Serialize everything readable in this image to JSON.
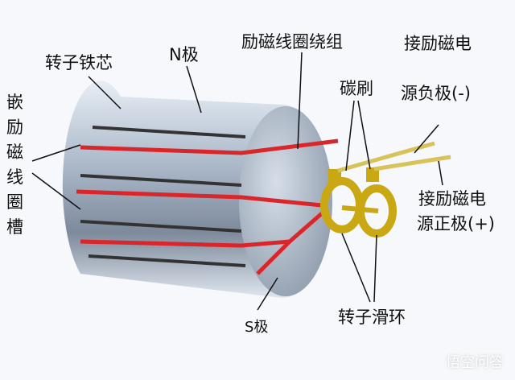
{
  "labels": {
    "rotor_core": "转子铁芯",
    "n_pole": "N极",
    "field_winding": "励磁线圈绕组",
    "neg_terminal_line1": "接励磁电",
    "neg_terminal_line2": "源负极(-)",
    "carbon_brush": "碳刷",
    "winding_slot_chars": [
      "嵌",
      "励",
      "磁",
      "线",
      "圈",
      "槽"
    ],
    "pos_terminal_line1": "接励磁电",
    "pos_terminal_line2": "源正极(+)",
    "slip_ring": "转子滑环",
    "s_pole": "S极"
  },
  "watermark": "悟空问答",
  "colors": {
    "core": "#b9c6d6",
    "winding": "#d8262a",
    "ring": "#c9a814",
    "line": "#111111"
  }
}
